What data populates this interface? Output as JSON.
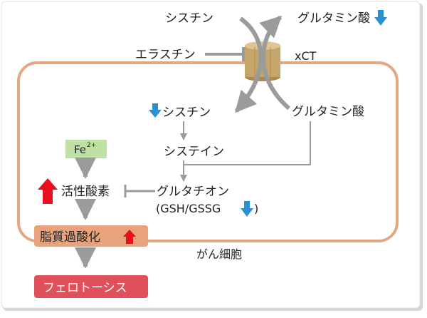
{
  "labels": {
    "cystine_in": "シスチン",
    "glutamate_out": "グルタミン酸",
    "erastin": "エラスチン",
    "xct": "xCT",
    "cystine_cell": "シスチン",
    "glutamate_cell": "グルタミン酸",
    "cysteine": "システイン",
    "fe": "Fe",
    "fe_sup": "2+",
    "ros": "活性酸素",
    "glutathione": "グルタチオン",
    "gsh_gssg": "(GSH/GSSG",
    "gsh_gssg_close": ")",
    "lipid_peroxidation": "脂質過酸化",
    "cancer_cell": "がん細胞",
    "ferroptosis": "フェロトーシス"
  },
  "indicators": {
    "glutamate_out": "down",
    "cystine_cell": "down",
    "ros": "up",
    "gsh_gssg": "down",
    "lipid_peroxidation": "up"
  },
  "colors": {
    "cell_membrane": "#e3a783",
    "transporter": "#c6a56d",
    "arrow_gray": "#9b9b9b",
    "down_arrow": "#2b8fd0",
    "up_arrow_red": "#e8101c",
    "fe_box": "#bfe0a4",
    "lipid_box": "#e8a37c",
    "ferroptosis_box": "#e0505a",
    "ferroptosis_text": "#ffffff"
  }
}
